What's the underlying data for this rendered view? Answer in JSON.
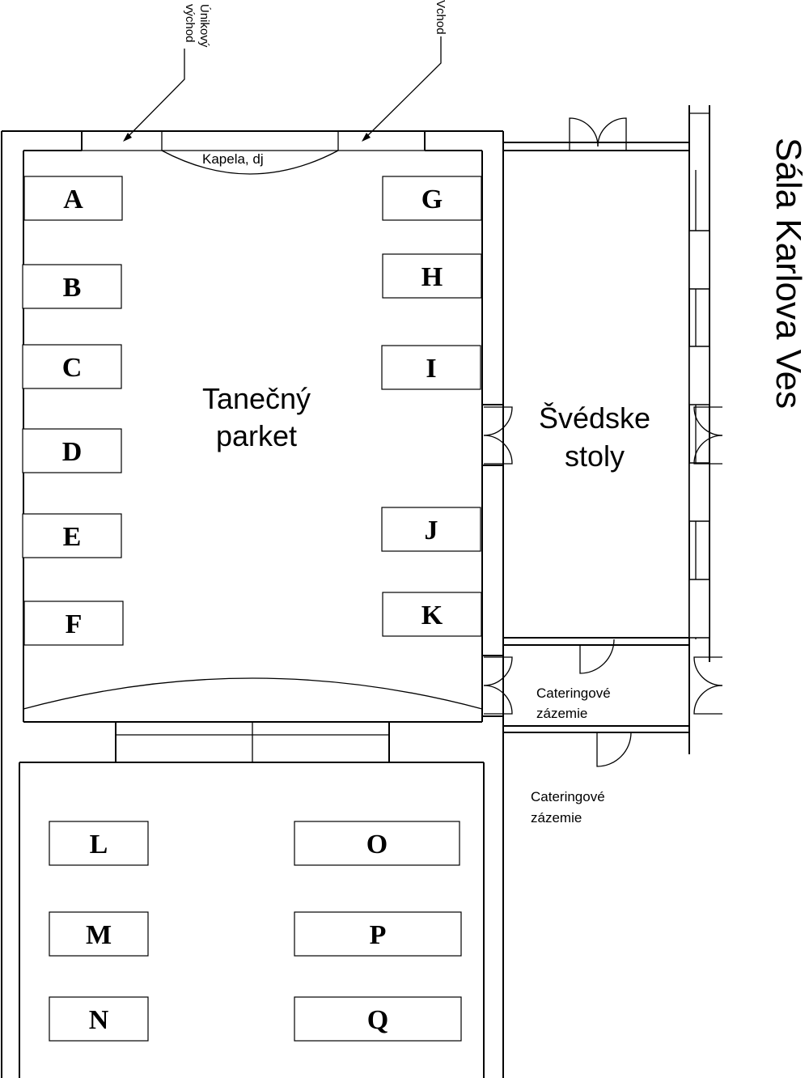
{
  "title": "Sála Karlova Ves",
  "labels": {
    "escape_exit": [
      "Únikový",
      "východ"
    ],
    "entrance": "Vchod",
    "stage": "Kapela, dj",
    "dance_floor": [
      "Tanečný",
      "parket"
    ],
    "buffet": [
      "Švédske",
      "stoly"
    ],
    "catering_inner": [
      "Cateringové",
      "zázemie"
    ],
    "catering_outer": [
      "Cateringové",
      "zázemie"
    ]
  },
  "tables": [
    "A",
    "B",
    "C",
    "D",
    "E",
    "F",
    "G",
    "H",
    "I",
    "J",
    "K",
    "L",
    "M",
    "N",
    "O",
    "P",
    "Q"
  ]
}
